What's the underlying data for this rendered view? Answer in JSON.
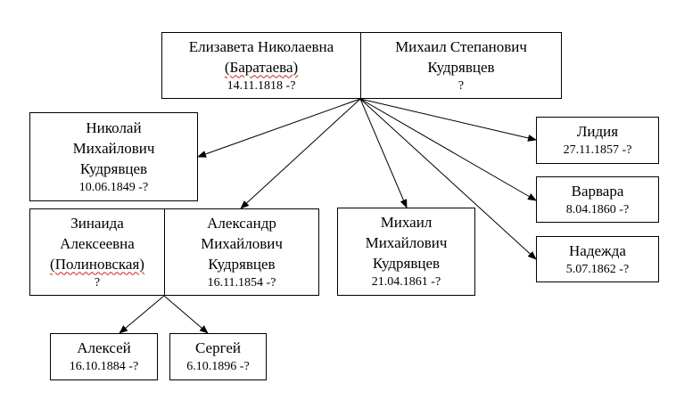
{
  "parents": {
    "mother": {
      "first": "Елизавета Николаевна",
      "maiden": "(Баратаева)",
      "dates": "14.11.1818 -?"
    },
    "father": {
      "line1": "Михаил Степанович",
      "line2": "Кудрявцев",
      "dates": "?"
    }
  },
  "children": {
    "nikolai": {
      "line1": "Николай",
      "line2": "Михайлович",
      "line3": "Кудрявцев",
      "dates": "10.06.1849 -?"
    },
    "aleksandr": {
      "line1": "Александр",
      "line2": "Михайлович",
      "line3": "Кудрявцев",
      "dates": "16.11.1854 -?"
    },
    "mikhail": {
      "line1": "Михаил",
      "line2": "Михайлович",
      "line3": "Кудрявцев",
      "dates": "21.04.1861 -?"
    },
    "lidiya": {
      "name": "Лидия",
      "dates": "27.11.1857 -?"
    },
    "varvara": {
      "name": "Варвара",
      "dates": "8.04.1860 -?"
    },
    "nadezhda": {
      "name": "Надежда",
      "dates": "5.07.1862 -?"
    }
  },
  "spouse": {
    "line1": "Зинаида",
    "line2": "Алексеевна",
    "maiden": "(Полиновская)",
    "dates": "?"
  },
  "grandchildren": {
    "aleksei": {
      "name": "Алексей",
      "dates": "16.10.1884 -?"
    },
    "sergei": {
      "name": "Сергей",
      "dates": "6.10.1896 -?"
    }
  }
}
